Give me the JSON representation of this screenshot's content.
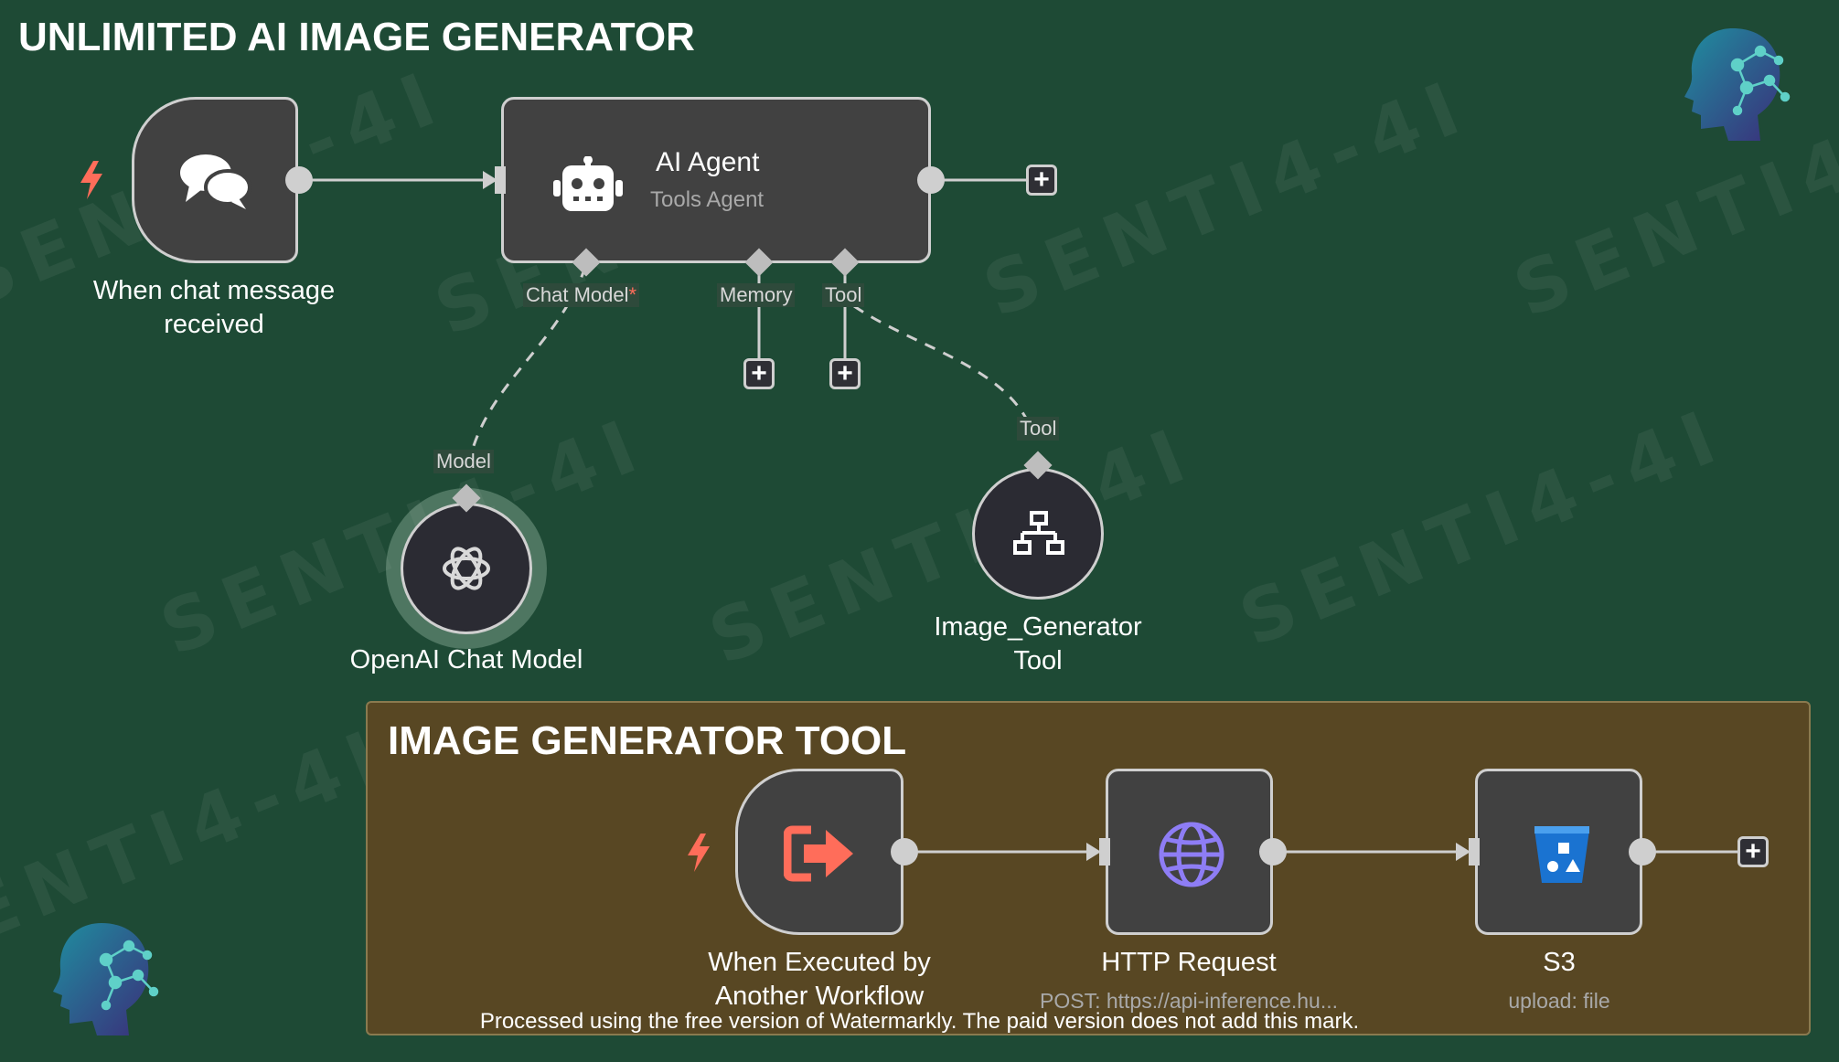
{
  "title": "UNLIMITED AI IMAGE GENERATOR",
  "nodes": {
    "chat_trigger": {
      "label_line1": "When chat message",
      "label_line2": "received",
      "icon": "chat-bubbles-icon"
    },
    "ai_agent": {
      "title": "AI Agent",
      "subtitle": "Tools Agent",
      "icon": "robot-icon"
    },
    "openai_model": {
      "label": "OpenAI Chat Model",
      "icon": "openai-logo-icon"
    },
    "image_tool": {
      "label_line1": "Image_Generator",
      "label_line2": "Tool",
      "icon": "sitemap-icon"
    }
  },
  "ports": {
    "chat_model": "Chat Model",
    "chat_model_required": "*",
    "memory": "Memory",
    "tool": "Tool",
    "model_in": "Model",
    "tool_in": "Tool"
  },
  "plus": "+",
  "group": {
    "title": "IMAGE GENERATOR TOOL",
    "nodes": {
      "workflow_trigger": {
        "label_line1": "When Executed by",
        "label_line2": "Another Workflow",
        "icon": "exit-arrow-icon"
      },
      "http_request": {
        "label": "HTTP Request",
        "subtitle": "POST: https://api-inference.hu...",
        "icon": "globe-icon"
      },
      "s3": {
        "label": "S3",
        "subtitle": "upload: file",
        "icon": "bucket-icon"
      }
    }
  },
  "watermark": "SENTI4-4I",
  "footer": "Processed using the free version of Watermarkly. The paid version does not add this mark.",
  "colors": {
    "background": "#1e4a35",
    "group_background": "#584723",
    "node_background": "#414141",
    "trigger_bolt": "#ff6d5a",
    "http_globe": "#8e7df5",
    "s3_bucket": "#1a73d1"
  }
}
